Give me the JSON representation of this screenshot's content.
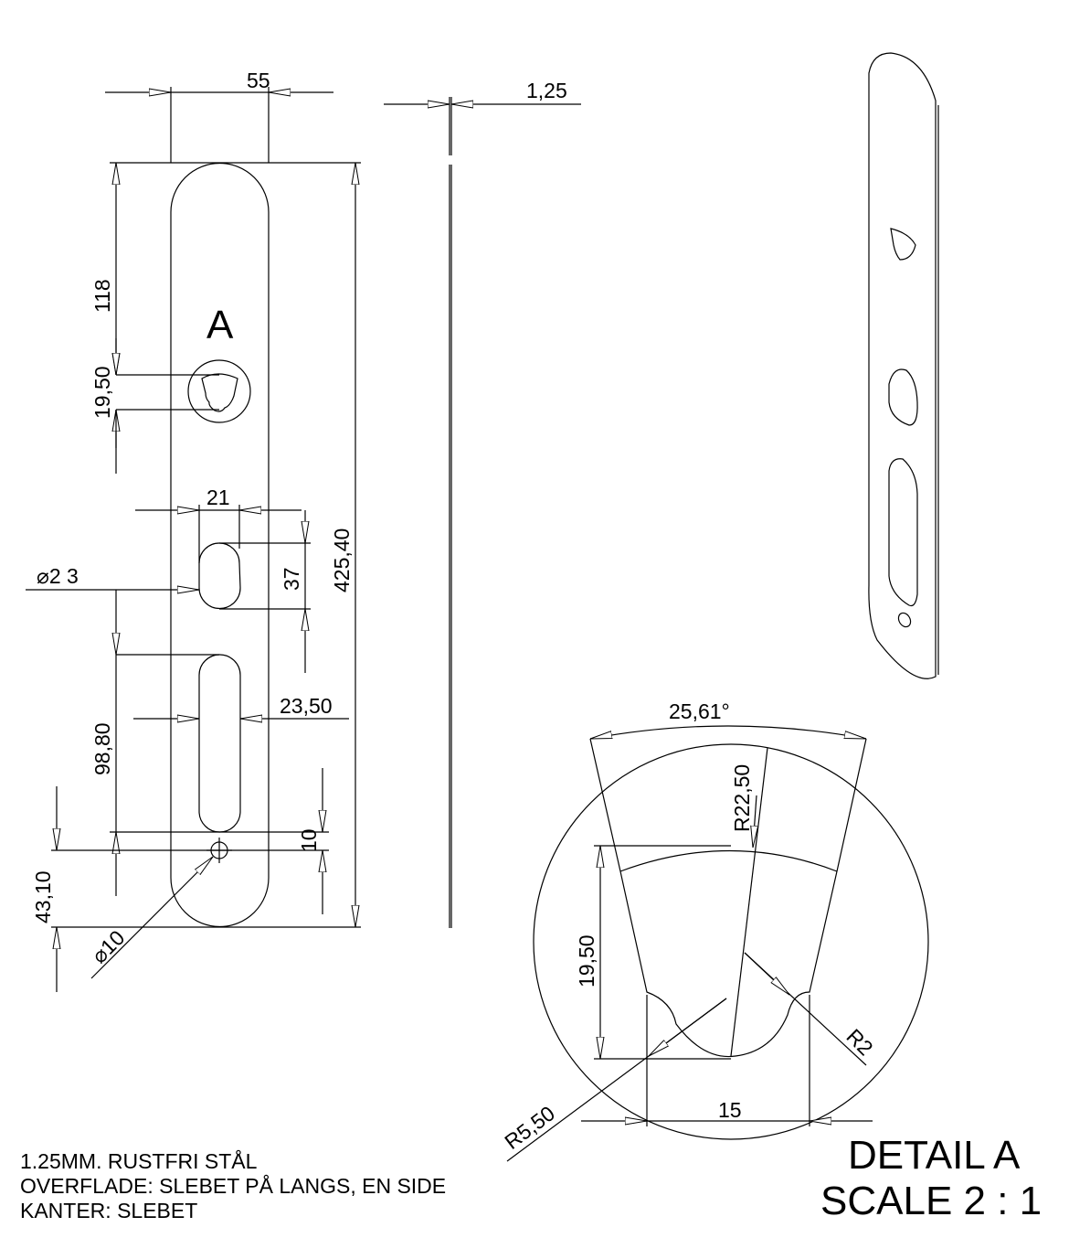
{
  "dimensions": {
    "width": "55",
    "thickness": "1,25",
    "upper_offset": "118",
    "keyhole_height": "19,50",
    "cylinder_width": "21",
    "cylinder_diameter": "⌀2 3",
    "cylinder_height": "37",
    "total_length": "425,40",
    "slot_offset": "98,80",
    "slot_width": "23,50",
    "hole_offset": "10",
    "bottom_offset": "43,10",
    "hole_diameter": "⌀10",
    "view_label": "A"
  },
  "detail": {
    "angle": "25,61°",
    "outer_radius": "R22,50",
    "height": "19,50",
    "radius_small": "R2",
    "radius_notch": "R5,50",
    "bottom_width": "15",
    "title": "DETAIL A",
    "scale": "SCALE 2 : 1"
  },
  "notes": [
    "1.25MM. RUSTFRI STÅL",
    "OVERFLADE: SLEBET PÅ LANGS, EN SIDE",
    "KANTER: SLEBET"
  ]
}
